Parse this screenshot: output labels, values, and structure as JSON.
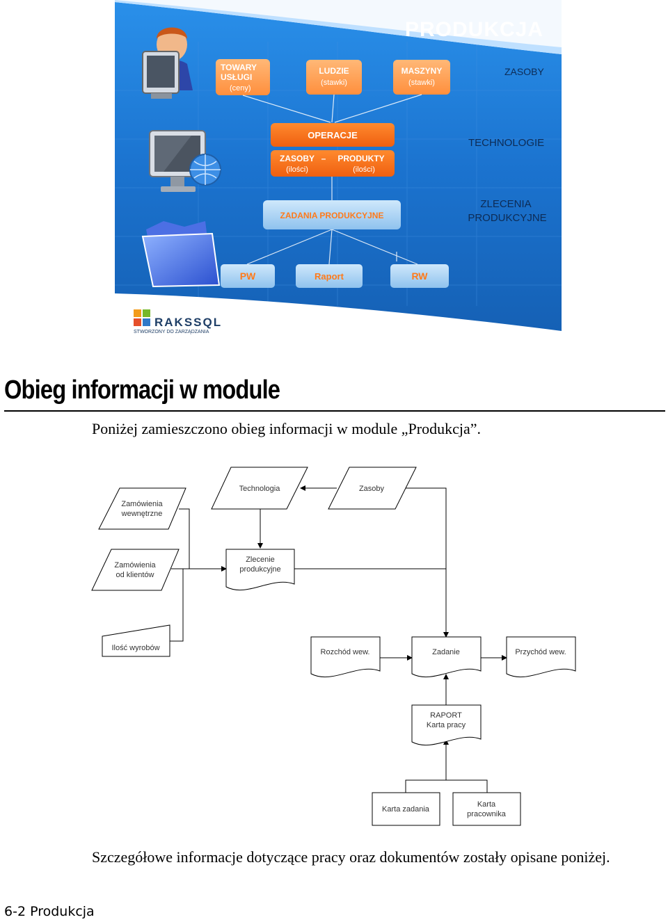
{
  "banner": {
    "title": "PRODUKCJA",
    "side_labels": [
      "ZASOBY",
      "TECHNOLOGIE",
      "ZLECENIA",
      "PRODUKCYJNE"
    ],
    "top_boxes": [
      {
        "line1": "TOWARY",
        "line2": "USŁUGI",
        "line3": "(ceny)"
      },
      {
        "line1": "LUDZIE",
        "line2": "(stawki)"
      },
      {
        "line1": "MASZYNY",
        "line2": "(stawki)"
      }
    ],
    "operacje": "OPERACJE",
    "zasoby_produkty": {
      "left": "ZASOBY",
      "dash": "–",
      "right": "PRODUKTY",
      "left_sub": "(ilości)",
      "right_sub": "(ilości)"
    },
    "zadania": "ZADANIA PRODUKCYJNE",
    "bottom_boxes": [
      "PW",
      "Raport",
      "RW"
    ],
    "logo": {
      "name": "RAKSSQL",
      "tagline": "STWORZONY DO ZARZĄDZANIA"
    },
    "colors": {
      "background": "#1a6fc9",
      "box_orange": "#ff7a1a",
      "box_light_orange": "#ffae63",
      "box_light_blue": "#a9d2f3"
    }
  },
  "heading": "Obieg informacji w module",
  "intro_text": "Poniżej zamieszczono obieg informacji w module „Produkcja”.",
  "flowchart": {
    "technologia": "Technologia",
    "zasoby": "Zasoby",
    "zam_wew": {
      "line1": "Zamówienia",
      "line2": "wewnętrzne"
    },
    "zam_kl": {
      "line1": "Zamówienia",
      "line2": "od klientów"
    },
    "zlecenie": {
      "line1": "Zlecenie",
      "line2": "produkcyjne"
    },
    "ilosc": "Ilość wyrobów",
    "rozchod": "Rozchód wew.",
    "zadanie": "Zadanie",
    "przychod": "Przychód wew.",
    "raport": {
      "line1": "RAPORT",
      "line2": "Karta pracy"
    },
    "karta_zadania": "Karta zadania",
    "karta_pracownika": {
      "line1": "Karta",
      "line2": "pracownika"
    }
  },
  "outro_text": "Szczegółowe informacje dotyczące pracy oraz dokumentów zostały opisane poniżej.",
  "footer": "6-2 Produkcja"
}
